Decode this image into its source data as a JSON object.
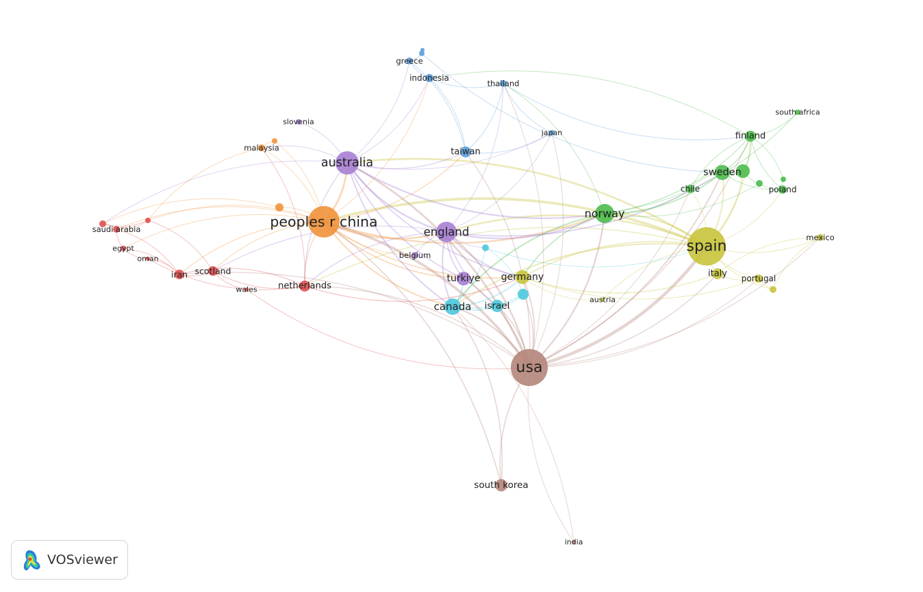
{
  "clusters": {
    "red": "#e05050",
    "orange": "#f0923a",
    "purple": "#a77fd4",
    "blue": "#5a9fdc",
    "green": "#4cbb4c",
    "yellow": "#c8c43c",
    "cyan": "#4cc8dc",
    "brown": "#b5857a"
  },
  "nodes": [
    {
      "id": "usa",
      "label": "usa",
      "cluster": "brown"
    },
    {
      "id": "spain",
      "label": "spain",
      "cluster": "yellow"
    },
    {
      "id": "china",
      "label": "peoples r china",
      "cluster": "orange"
    },
    {
      "id": "australia",
      "label": "australia",
      "cluster": "purple"
    },
    {
      "id": "england",
      "label": "england",
      "cluster": "purple"
    },
    {
      "id": "norway",
      "label": "norway",
      "cluster": "green"
    },
    {
      "id": "canada",
      "label": "canada",
      "cluster": "cyan"
    },
    {
      "id": "turkiye",
      "label": "turkiye",
      "cluster": "purple"
    },
    {
      "id": "germany",
      "label": "germany",
      "cluster": "yellow"
    },
    {
      "id": "sweden",
      "label": "sweden",
      "cluster": "green"
    },
    {
      "id": "g1",
      "label": "",
      "cluster": "green"
    },
    {
      "id": "finland",
      "label": "finland",
      "cluster": "green"
    },
    {
      "id": "taiwan",
      "label": "taiwan",
      "cluster": "blue"
    },
    {
      "id": "netherlands",
      "label": "netherlands",
      "cluster": "red"
    },
    {
      "id": "israel",
      "label": "israel",
      "cluster": "cyan"
    },
    {
      "id": "c1",
      "label": "",
      "cluster": "cyan"
    },
    {
      "id": "c2",
      "label": "",
      "cluster": "cyan"
    },
    {
      "id": "southkorea",
      "label": "south korea",
      "cluster": "brown"
    },
    {
      "id": "italy",
      "label": "italy",
      "cluster": "yellow"
    },
    {
      "id": "portugal",
      "label": "portugal",
      "cluster": "yellow"
    },
    {
      "id": "mexico",
      "label": "mexico",
      "cluster": "yellow"
    },
    {
      "id": "y1",
      "label": "",
      "cluster": "yellow"
    },
    {
      "id": "austria",
      "label": "austria",
      "cluster": "yellow"
    },
    {
      "id": "chile",
      "label": "chile",
      "cluster": "green"
    },
    {
      "id": "poland",
      "label": "poland",
      "cluster": "green"
    },
    {
      "id": "g2",
      "label": "",
      "cluster": "green"
    },
    {
      "id": "g3",
      "label": "",
      "cluster": "green"
    },
    {
      "id": "southafrica",
      "label": "south africa",
      "cluster": "green"
    },
    {
      "id": "belgium",
      "label": "belgium",
      "cluster": "purple"
    },
    {
      "id": "slovenia",
      "label": "slovenia",
      "cluster": "purple"
    },
    {
      "id": "malaysia",
      "label": "malaysia",
      "cluster": "orange"
    },
    {
      "id": "o1",
      "label": "",
      "cluster": "orange"
    },
    {
      "id": "o2",
      "label": "",
      "cluster": "orange"
    },
    {
      "id": "indonesia",
      "label": "indonesia",
      "cluster": "blue"
    },
    {
      "id": "greece",
      "label": "greece",
      "cluster": "blue"
    },
    {
      "id": "b1",
      "label": "",
      "cluster": "blue"
    },
    {
      "id": "b2",
      "label": "",
      "cluster": "blue"
    },
    {
      "id": "thailand",
      "label": "thailand",
      "cluster": "blue"
    },
    {
      "id": "japan",
      "label": "japan",
      "cluster": "blue"
    },
    {
      "id": "iran",
      "label": "iran",
      "cluster": "red"
    },
    {
      "id": "scotland",
      "label": "scotland",
      "cluster": "red"
    },
    {
      "id": "wales",
      "label": "wales",
      "cluster": "red"
    },
    {
      "id": "oman",
      "label": "oman",
      "cluster": "red"
    },
    {
      "id": "egypt",
      "label": "egypt",
      "cluster": "red"
    },
    {
      "id": "saudiarabia",
      "label": "saudi arabia",
      "cluster": "red"
    },
    {
      "id": "r1",
      "label": "",
      "cluster": "red"
    },
    {
      "id": "r2",
      "label": "",
      "cluster": "red"
    },
    {
      "id": "india",
      "label": "india",
      "cluster": "brown"
    }
  ],
  "links": [
    [
      "usa",
      "spain"
    ],
    [
      "usa",
      "china"
    ],
    [
      "usa",
      "australia"
    ],
    [
      "usa",
      "england"
    ],
    [
      "usa",
      "norway"
    ],
    [
      "usa",
      "canada"
    ],
    [
      "usa",
      "germany"
    ],
    [
      "usa",
      "southkorea"
    ],
    [
      "usa",
      "india"
    ],
    [
      "usa",
      "sweden"
    ],
    [
      "usa",
      "finland"
    ],
    [
      "usa",
      "italy"
    ],
    [
      "usa",
      "netherlands"
    ],
    [
      "usa",
      "israel"
    ],
    [
      "usa",
      "turkiye"
    ],
    [
      "usa",
      "taiwan"
    ],
    [
      "usa",
      "mexico"
    ],
    [
      "usa",
      "chile"
    ],
    [
      "usa",
      "c1"
    ],
    [
      "usa",
      "portugal"
    ],
    [
      "usa",
      "japan"
    ],
    [
      "usa",
      "thailand"
    ],
    [
      "usa",
      "iran"
    ],
    [
      "spain",
      "norway"
    ],
    [
      "spain",
      "sweden"
    ],
    [
      "spain",
      "finland"
    ],
    [
      "spain",
      "chile"
    ],
    [
      "spain",
      "italy"
    ],
    [
      "spain",
      "portugal"
    ],
    [
      "spain",
      "mexico"
    ],
    [
      "spain",
      "germany"
    ],
    [
      "spain",
      "england"
    ],
    [
      "spain",
      "china"
    ],
    [
      "spain",
      "australia"
    ],
    [
      "spain",
      "canada"
    ],
    [
      "spain",
      "poland"
    ],
    [
      "spain",
      "g1"
    ],
    [
      "spain",
      "austria"
    ],
    [
      "spain",
      "y1"
    ],
    [
      "spain",
      "netherlands"
    ],
    [
      "china",
      "australia"
    ],
    [
      "china",
      "england"
    ],
    [
      "china",
      "malaysia"
    ],
    [
      "china",
      "o1"
    ],
    [
      "china",
      "o2"
    ],
    [
      "china",
      "netherlands"
    ],
    [
      "china",
      "iran"
    ],
    [
      "china",
      "scotland"
    ],
    [
      "china",
      "saudiarabia"
    ],
    [
      "china",
      "canada"
    ],
    [
      "china",
      "germany"
    ],
    [
      "china",
      "taiwan"
    ],
    [
      "china",
      "norway"
    ],
    [
      "china",
      "r2"
    ],
    [
      "china",
      "egypt"
    ],
    [
      "china",
      "indonesia"
    ],
    [
      "china",
      "turkiye"
    ],
    [
      "china",
      "belgium"
    ],
    [
      "australia",
      "england"
    ],
    [
      "australia",
      "slovenia"
    ],
    [
      "australia",
      "greece"
    ],
    [
      "australia",
      "indonesia"
    ],
    [
      "australia",
      "malaysia"
    ],
    [
      "australia",
      "canada"
    ],
    [
      "australia",
      "turkiye"
    ],
    [
      "australia",
      "germany"
    ],
    [
      "australia",
      "norway"
    ],
    [
      "australia",
      "taiwan"
    ],
    [
      "australia",
      "japan"
    ],
    [
      "australia",
      "netherlands"
    ],
    [
      "australia",
      "r1"
    ],
    [
      "england",
      "canada"
    ],
    [
      "england",
      "turkiye"
    ],
    [
      "england",
      "germany"
    ],
    [
      "england",
      "norway"
    ],
    [
      "england",
      "belgium"
    ],
    [
      "england",
      "netherlands"
    ],
    [
      "england",
      "israel"
    ],
    [
      "england",
      "c2"
    ],
    [
      "england",
      "sweden"
    ],
    [
      "england",
      "scotland"
    ],
    [
      "england",
      "thailand"
    ],
    [
      "england",
      "japan"
    ],
    [
      "norway",
      "sweden"
    ],
    [
      "norway",
      "finland"
    ],
    [
      "norway",
      "germany"
    ],
    [
      "norway",
      "canada"
    ],
    [
      "norway",
      "chile"
    ],
    [
      "norway",
      "g2"
    ],
    [
      "norway",
      "southafrica"
    ],
    [
      "norway",
      "thailand"
    ],
    [
      "sweden",
      "finland"
    ],
    [
      "sweden",
      "g1"
    ],
    [
      "sweden",
      "poland"
    ],
    [
      "sweden",
      "chile"
    ],
    [
      "g1",
      "finland"
    ],
    [
      "g1",
      "g2"
    ],
    [
      "g2",
      "poland"
    ],
    [
      "g3",
      "finland"
    ],
    [
      "g3",
      "poland"
    ],
    [
      "finland",
      "southafrica"
    ],
    [
      "finland",
      "chile"
    ],
    [
      "finland",
      "poland"
    ],
    [
      "finland",
      "indonesia"
    ],
    [
      "canada",
      "israel"
    ],
    [
      "canada",
      "turkiye"
    ],
    [
      "canada",
      "c1"
    ],
    [
      "canada",
      "c2"
    ],
    [
      "canada",
      "germany"
    ],
    [
      "c1",
      "c2"
    ],
    [
      "israel",
      "c1"
    ],
    [
      "c2",
      "spain"
    ],
    [
      "germany",
      "italy"
    ],
    [
      "germany",
      "austria"
    ],
    [
      "germany",
      "portugal"
    ],
    [
      "italy",
      "portugal"
    ],
    [
      "portugal",
      "y1"
    ],
    [
      "mexico",
      "y1"
    ],
    [
      "mexico",
      "italy"
    ],
    [
      "taiwan",
      "indonesia"
    ],
    [
      "taiwan",
      "thailand"
    ],
    [
      "taiwan",
      "greece"
    ],
    [
      "taiwan",
      "japan"
    ],
    [
      "greece",
      "b1"
    ],
    [
      "b1",
      "b2"
    ],
    [
      "greece",
      "indonesia"
    ],
    [
      "indonesia",
      "thailand"
    ],
    [
      "thailand",
      "japan"
    ],
    [
      "b1",
      "sweden"
    ],
    [
      "thailand",
      "finland"
    ],
    [
      "iran",
      "scotland"
    ],
    [
      "iran",
      "saudiarabia"
    ],
    [
      "iran",
      "egypt"
    ],
    [
      "iran",
      "oman"
    ],
    [
      "scotland",
      "wales"
    ],
    [
      "scotland",
      "netherlands"
    ],
    [
      "saudiarabia",
      "r1"
    ],
    [
      "saudiarabia",
      "r2"
    ],
    [
      "r1",
      "r2"
    ],
    [
      "egypt",
      "oman"
    ],
    [
      "saudiarabia",
      "egypt"
    ],
    [
      "netherlands",
      "iran"
    ],
    [
      "netherlands",
      "germany"
    ],
    [
      "netherlands",
      "malaysia"
    ],
    [
      "scotland",
      "r2"
    ],
    [
      "o1",
      "malaysia"
    ],
    [
      "o2",
      "r1"
    ],
    [
      "malaysia",
      "r2"
    ],
    [
      "wales",
      "usa"
    ],
    [
      "oman",
      "netherlands"
    ],
    [
      "southkorea",
      "canada"
    ],
    [
      "southkorea",
      "china"
    ],
    [
      "india",
      "canada"
    ]
  ],
  "logo": {
    "text": "VOSviewer"
  }
}
